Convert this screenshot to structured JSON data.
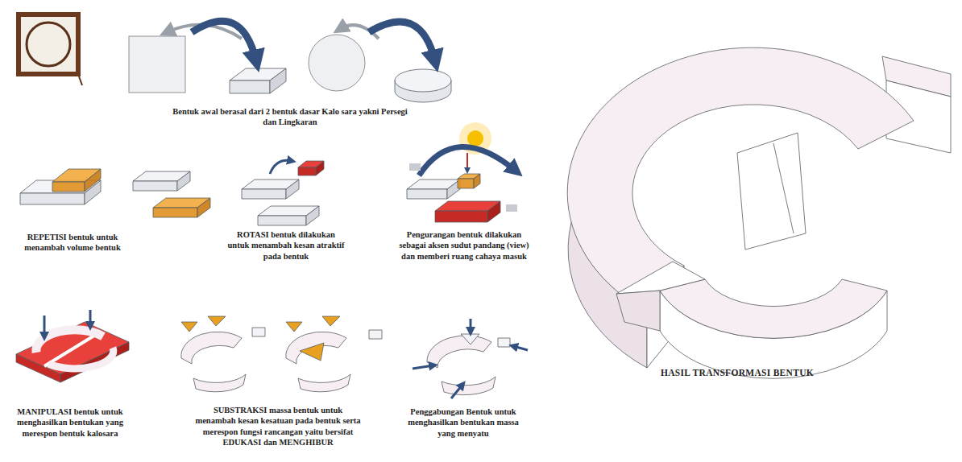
{
  "diagram": {
    "labels": [
      "Bentuk awal berasal dari 2 bentuk dasar Kalo sara yakni Persegi dan Lingkaran",
      "REPETISI bentuk untuk menambah volume bentuk",
      "ROTASI bentuk dilakukan untuk menambah kesan atraktif pada bentuk",
      "Pengurangan bentuk dilakukan sebagai aksen sudut pandang (view) dan memberi ruang cahaya masuk",
      "MANIPULASI bentuk untuk menghasilkan bentukan yang merespon bentuk kalosara",
      "SUBSTRAKSI massa bentuk untuk menambah kesan kesatuan pada bentuk serta merespon fungsi rancangan yaitu bersifat EDUKASI dan MENGHIBUR",
      "Penggabungan Bentuk untuk menghasilkan bentukan massa yang menyatu",
      "HASIL TRANSFORMASI BENTUK"
    ]
  }
}
